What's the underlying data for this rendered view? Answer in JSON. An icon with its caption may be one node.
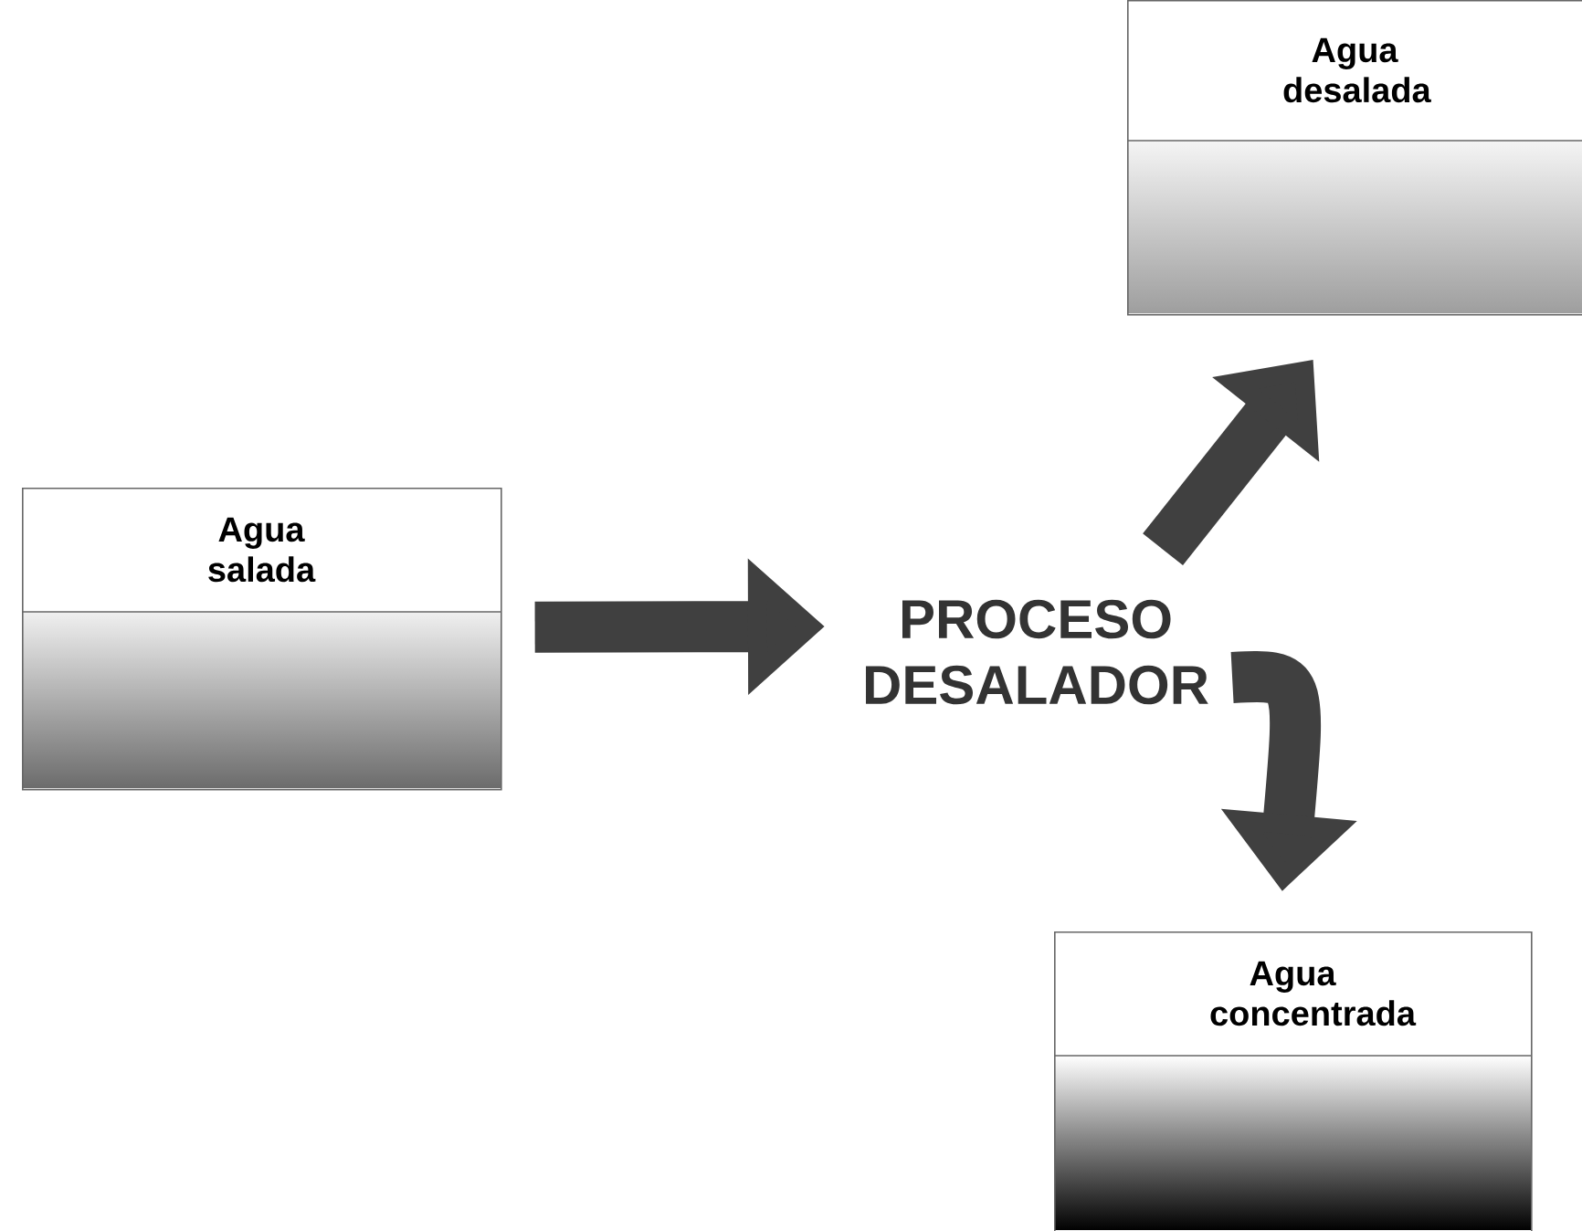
{
  "diagram": {
    "nodes": [
      {
        "text": [
          "Agua salada"
        ]
      },
      {
        "text": [
          "Agua desalada"
        ]
      },
      {
        "text": [
          "Agua concentrada"
        ]
      },
      {
        "text": [
          "PROCESO DESALADOR"
        ]
      }
    ],
    "edges": [
      {
        "from": 0,
        "to": 3,
        "arrow": "to"
      },
      {
        "from": 3,
        "to": 1,
        "arrow": "to"
      },
      {
        "from": 3,
        "to": 2,
        "arrow": "to"
      }
    ]
  }
}
